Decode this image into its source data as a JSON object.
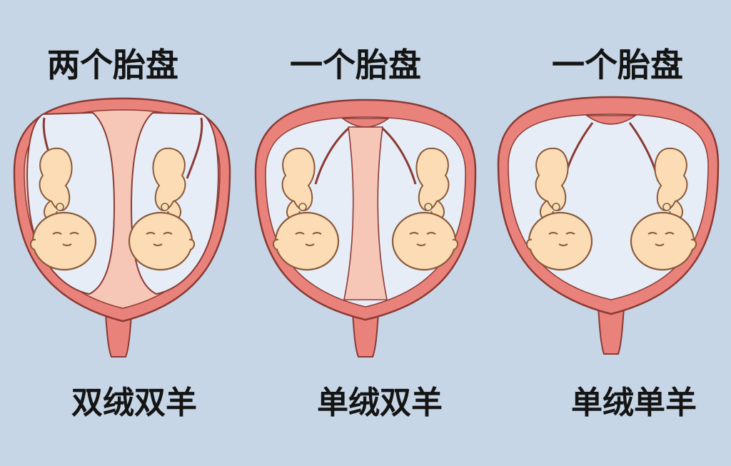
{
  "panels": [
    {
      "placenta": "两个胎盘",
      "type": "双绒双羊"
    },
    {
      "placenta": "一个胎盘",
      "type": "单绒双羊"
    },
    {
      "placenta": "一个胎盘",
      "type": "单绒单羊"
    }
  ],
  "colors": {
    "background": "#c6d6e6",
    "uterus_wall": "#e9827a",
    "uterus_outline": "#8a3a34",
    "placenta": "#f6c7b6",
    "amniotic_sac": "#e6edf7",
    "skin": "#fbdcb5",
    "skin_outline": "#8a5a3a",
    "text": "#141414"
  },
  "icons": [
    "uterus-icon",
    "fetus-icon",
    "umbilical-cord-icon"
  ]
}
